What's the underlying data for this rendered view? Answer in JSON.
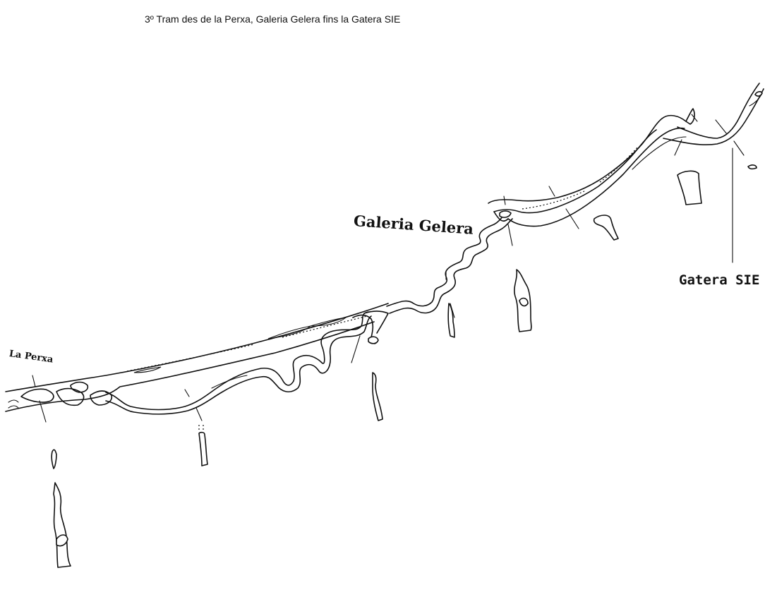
{
  "title": "3º Tram des de la Perxa, Galeria Gelera fins la Gatera SIE",
  "labels": {
    "galeria": "Galeria Gelera",
    "perxa": "La Perxa",
    "gatera": "Gatera SIE"
  },
  "colors": {
    "ink": "#111111",
    "paper": "#ffffff"
  }
}
